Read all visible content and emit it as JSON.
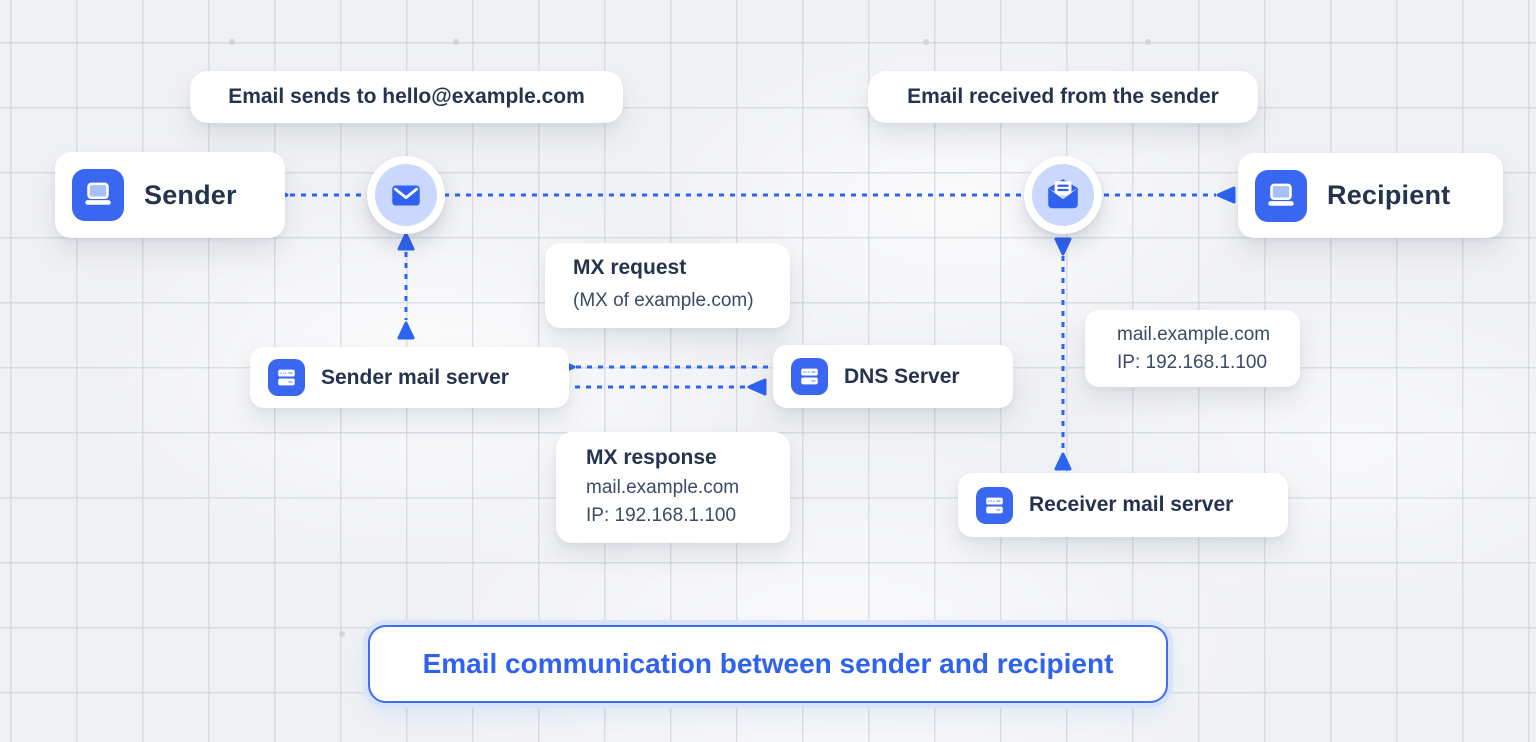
{
  "colors": {
    "accent_blue": "#2f62ee",
    "wire_blue": "#2c63f1",
    "icon_blue": "#3a67f2",
    "light_blue_fill": "#c9d8fc",
    "navy_text": "#24334e",
    "slate_text": "#3a4a68",
    "background": "#f0f1f4",
    "grid_line": "#cdd1d9",
    "caption_border": "#3b6df0"
  },
  "annotations": {
    "send_label": "Email sends to hello@example.com",
    "receive_label": "Email received from the sender"
  },
  "nodes": {
    "sender": {
      "label": "Sender",
      "icon": "laptop-icon"
    },
    "recipient": {
      "label": "Recipient",
      "icon": "laptop-icon"
    },
    "sender_mail_server": {
      "label": "Sender mail server",
      "icon": "server-icon"
    },
    "dns_server": {
      "label": "DNS Server",
      "icon": "server-icon"
    },
    "receiver_mail_server": {
      "label": "Receiver mail server",
      "icon": "server-icon"
    },
    "email_sent": {
      "icon": "envelope-closed-icon"
    },
    "email_received": {
      "icon": "envelope-open-icon"
    }
  },
  "callouts": {
    "mx_request": {
      "title": "MX request",
      "subtitle": "(MX of example.com)"
    },
    "mx_response": {
      "title": "MX response",
      "host": "mail.example.com",
      "ip": "IP: 192.168.1.100"
    },
    "mail_info": {
      "host": "mail.example.com",
      "ip": "IP: 192.168.1.100"
    }
  },
  "caption": "Email communication between sender and recipient"
}
